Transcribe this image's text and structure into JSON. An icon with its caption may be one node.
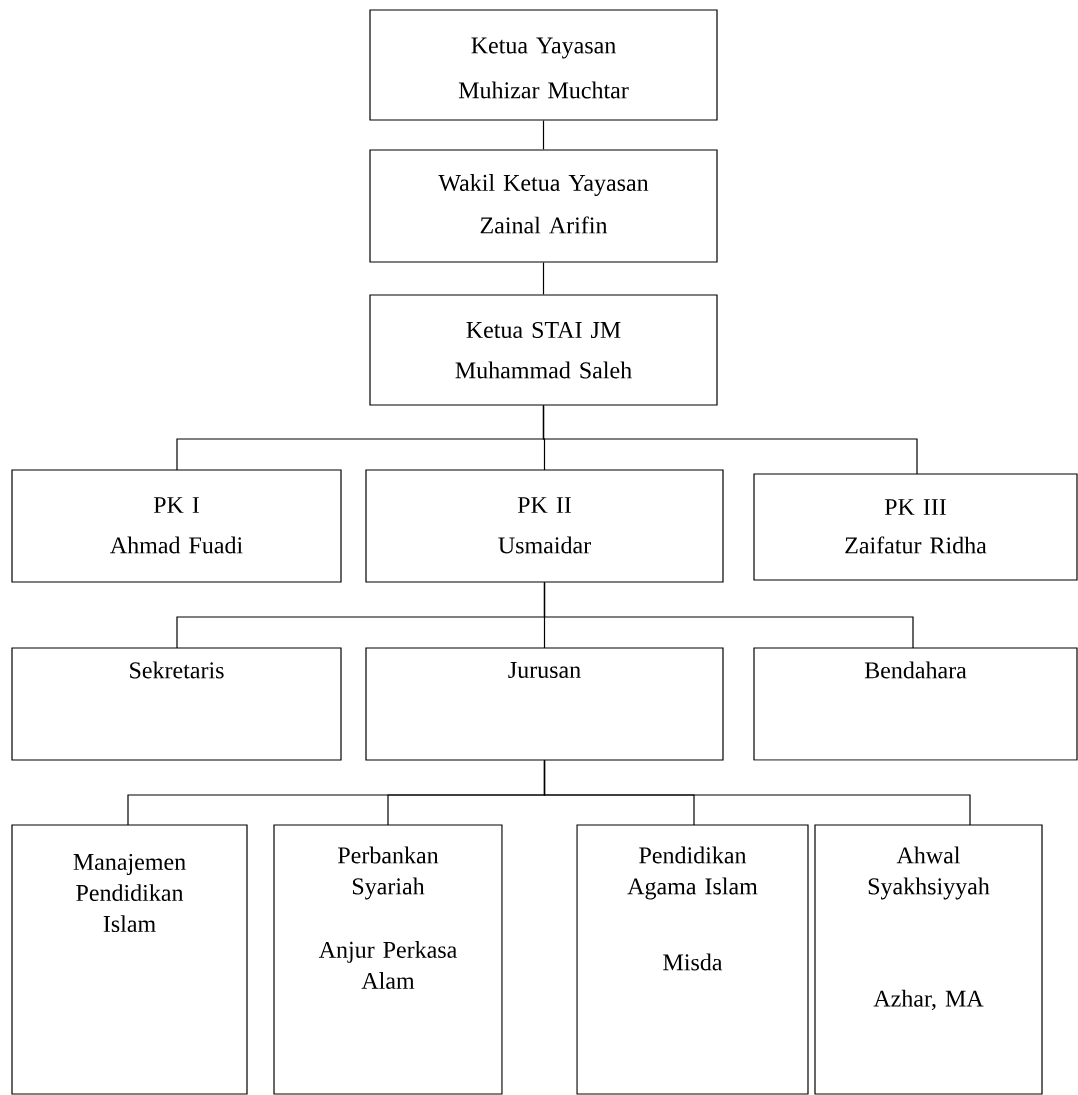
{
  "diagram": {
    "nodes": [
      {
        "text": [
          "Ketua Yayasan",
          "Muhizar Muchtar"
        ]
      },
      {
        "text": [
          "Wakil Ketua Yayasan",
          "Zainal Arifin"
        ]
      },
      {
        "text": [
          "Ketua STAI JM",
          "Muhammad Saleh"
        ]
      },
      {
        "text": [
          "PK I",
          "Ahmad Fuadi"
        ]
      },
      {
        "text": [
          "PK II",
          "Usmaidar"
        ]
      },
      {
        "text": [
          "PK III",
          "Zaifatur Ridha"
        ]
      },
      {
        "text": [
          "Sekretaris"
        ]
      },
      {
        "text": [
          "Jurusan"
        ]
      },
      {
        "text": [
          "Bendahara"
        ]
      },
      {
        "text": [
          "Manajemen Pendidikan Islam"
        ]
      },
      {
        "text": [
          "Perbankan Syariah",
          "Anjur Perkasa Alam"
        ]
      },
      {
        "text": [
          "Pendidikan Agama Islam",
          "Misda"
        ]
      },
      {
        "text": [
          "Ahwal Syakhsiyyah",
          "Azhar, MA"
        ]
      }
    ],
    "edges": [
      {
        "from": 0,
        "to": 1,
        "arrow": "none"
      },
      {
        "from": 1,
        "to": 2,
        "arrow": "none"
      },
      {
        "from": 2,
        "to": 3,
        "arrow": "none"
      },
      {
        "from": 2,
        "to": 4,
        "arrow": "none"
      },
      {
        "from": 2,
        "to": 5,
        "arrow": "none"
      },
      {
        "from": 4,
        "to": 6,
        "arrow": "none"
      },
      {
        "from": 4,
        "to": 7,
        "arrow": "none"
      },
      {
        "from": 4,
        "to": 8,
        "arrow": "none"
      },
      {
        "from": 7,
        "to": 9,
        "arrow": "none"
      },
      {
        "from": 7,
        "to": 10,
        "arrow": "none"
      },
      {
        "from": 7,
        "to": 11,
        "arrow": "none"
      },
      {
        "from": 7,
        "to": 12,
        "arrow": "none"
      }
    ]
  }
}
